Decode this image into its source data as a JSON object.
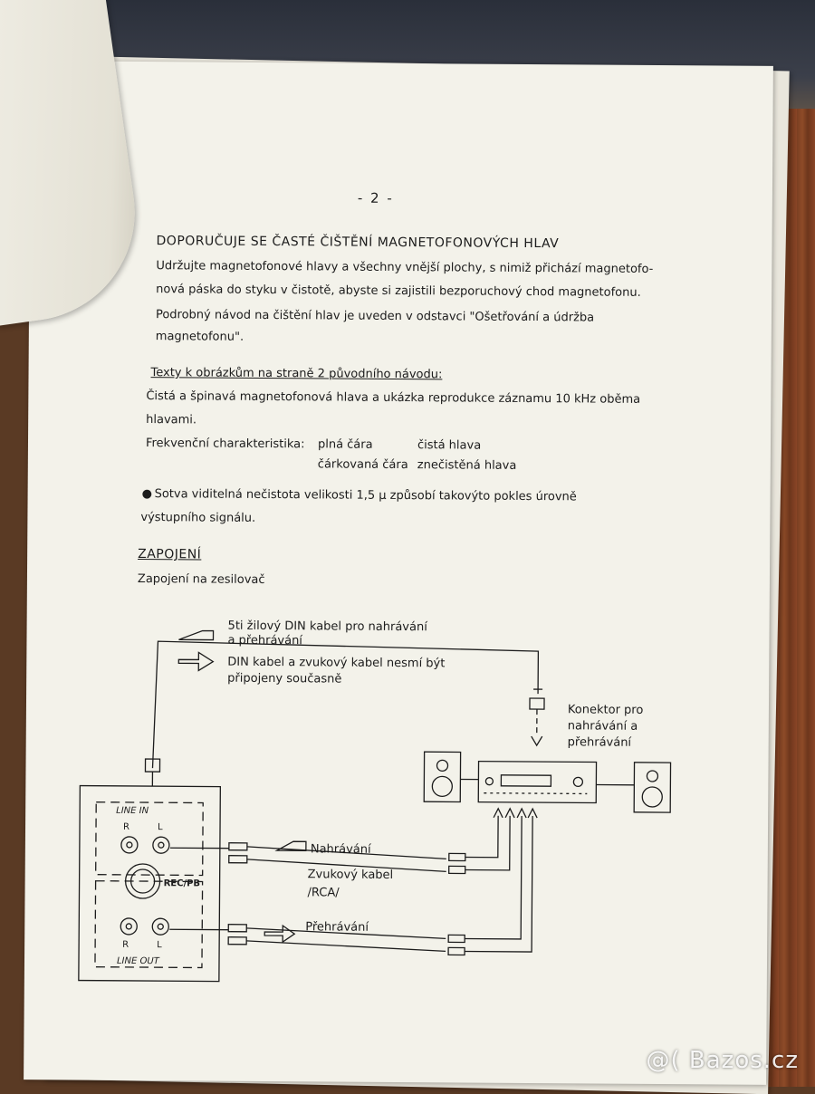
{
  "document": {
    "page_number": "- 2 -",
    "section1": {
      "heading": "DOPORUČUJE SE ČASTÉ ČIŠTĚNÍ MAGNETOFONOVÝCH HLAV",
      "lines": [
        "Udržujte magnetofonové hlavy a všechny vnější plochy, s nimiž přichází magnetofo-",
        "nová páska do styku v čistotě, abyste si zajistili bezporuchový chod magnetofonu.",
        "Podrobný návod na čištění hlav je uveden v odstavci \"Ošetřování a údržba",
        "magnetofonu\"."
      ]
    },
    "section2": {
      "heading": "Texty k obrázkům na straně 2 původního návodu:",
      "lines": [
        "Čistá a špinavá magnetofonová hlava a ukázka reprodukce záznamu 10 kHz oběma",
        "hlavami."
      ],
      "freq_label": "Frekvenční charakteristika:",
      "freq_rows": [
        {
          "line": "plná čára",
          "meaning": "čistá hlava"
        },
        {
          "line": "čárkovaná čára",
          "meaning": "znečistěná hlava"
        }
      ],
      "bullet_lines": [
        "Sotva viditelná nečistota velikosti 1,5 µ způsobí takovýto pokles úrovně",
        "výstupního signálu."
      ]
    },
    "section3": {
      "heading": "ZAPOJENÍ",
      "subheading": "Zapojení na zesilovač"
    }
  },
  "diagram": {
    "legend_din_line1": "5ti žilový DIN kabel pro nahrávání",
    "legend_din_line2": "a přehrávání",
    "legend_warn_line1": "DIN kabel a zvukový kabel nesmí být",
    "legend_warn_line2": "připojeny současně",
    "connector_line1": "Konektor pro",
    "connector_line2": "nahrávání a",
    "connector_line3": "přehrávání",
    "line_in": "LINE IN",
    "line_out": "LINE OUT",
    "r": "R",
    "l": "L",
    "rec_pb": "REC/PB",
    "nahravani": "Nahrávání",
    "zvukovy_kabel": "Zvukový kabel",
    "rca": "/RCA/",
    "prehravani": "Přehrávání"
  },
  "watermark": "@( Bazos.cz"
}
